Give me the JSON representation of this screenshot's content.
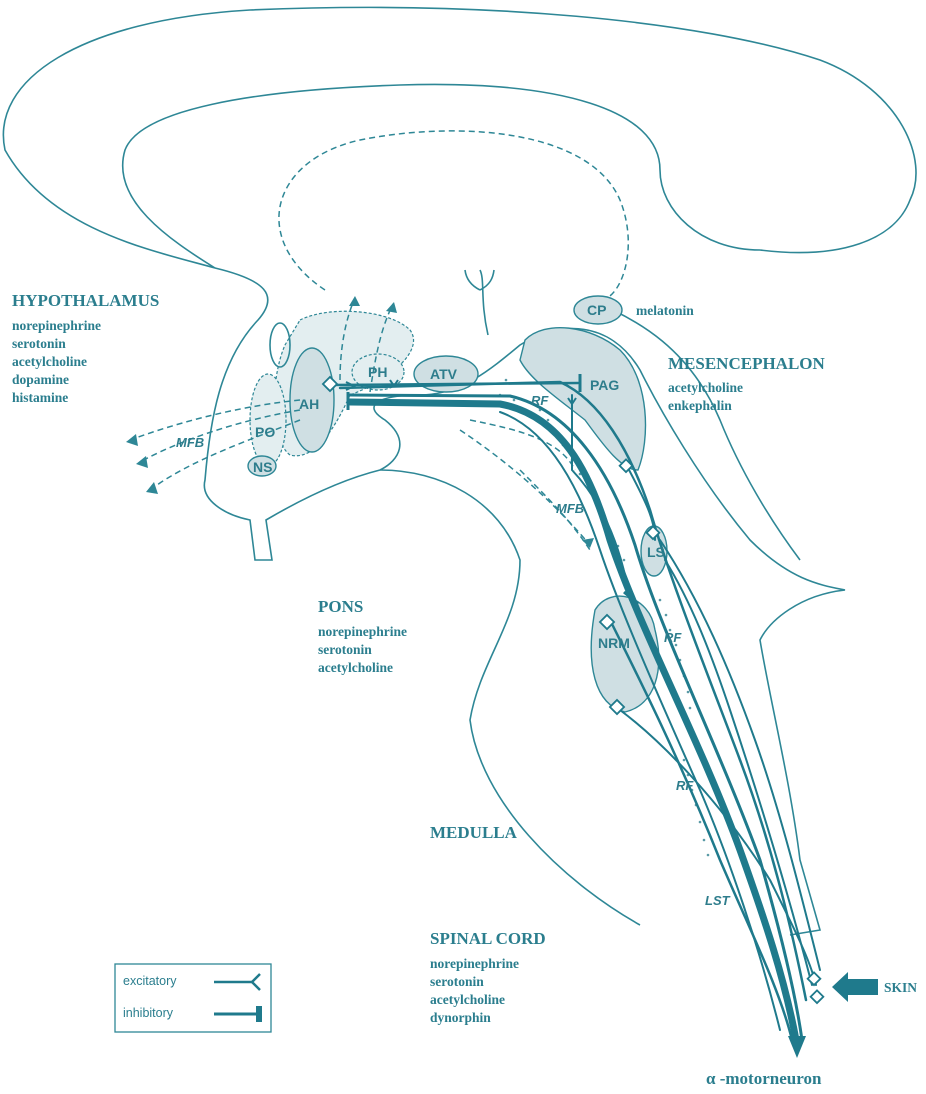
{
  "regions": {
    "hypothalamus": {
      "title": "HYPOTHALAMUS",
      "items": [
        "norepinephrine",
        "serotonin",
        "acetylcholine",
        "dopamine",
        "histamine"
      ]
    },
    "mesencephalon": {
      "title": "MESENCEPHALON",
      "items": [
        "acetylcholine",
        "enkephalin"
      ]
    },
    "pons": {
      "title": "PONS",
      "items": [
        "norepinephrine",
        "serotonin",
        "acetylcholine"
      ]
    },
    "medulla": {
      "title": "MEDULLA"
    },
    "spinal_cord": {
      "title": "SPINAL CORD",
      "items": [
        "norepinephrine",
        "serotonin",
        "acetylcholine",
        "dynorphin"
      ]
    }
  },
  "nuclei": {
    "po": "PO",
    "ah": "AH",
    "ns": "NS",
    "ph": "PH",
    "atv": "ATV",
    "cp": "CP",
    "pag": "PAG",
    "ls": "LS",
    "nrm": "NRM"
  },
  "tract_labels": {
    "rf1": "RF",
    "rf2": "RF",
    "rf3": "RF",
    "mfb1": "MFB",
    "mfb2": "MFB",
    "lst": "LST"
  },
  "melatonin": "melatonin",
  "skin": "SKIN",
  "motorneuron": "α -motorneuron",
  "legend": {
    "excitatory": "excitatory",
    "inhibitory": "inhibitory"
  },
  "colors": {
    "line": "#2e8796",
    "tract": "#1f7a8c",
    "nucleus_fill": "#cfdfe3",
    "text": "#2b7e8e"
  }
}
